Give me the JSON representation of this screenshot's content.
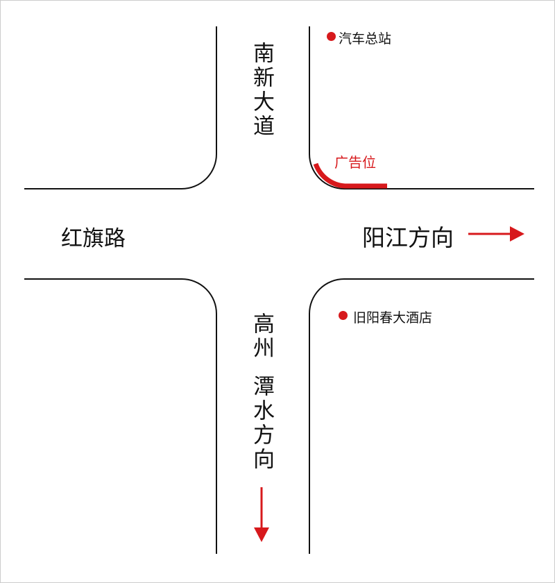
{
  "colors": {
    "accent": "#d7191c",
    "road": "#111111"
  },
  "roads": {
    "north": "南新大道",
    "west": "红旗路",
    "south_1": "高州",
    "south_2": "潭水方向",
    "east": "阳江方向"
  },
  "pois": {
    "bus_station": "汽车总站",
    "hotel": "旧阳春大酒店",
    "ad_spot": "广告位"
  },
  "icons": {
    "east_arrow": "arrow-right-icon",
    "south_arrow": "arrow-down-icon",
    "poi_marker": "red-dot-icon"
  }
}
